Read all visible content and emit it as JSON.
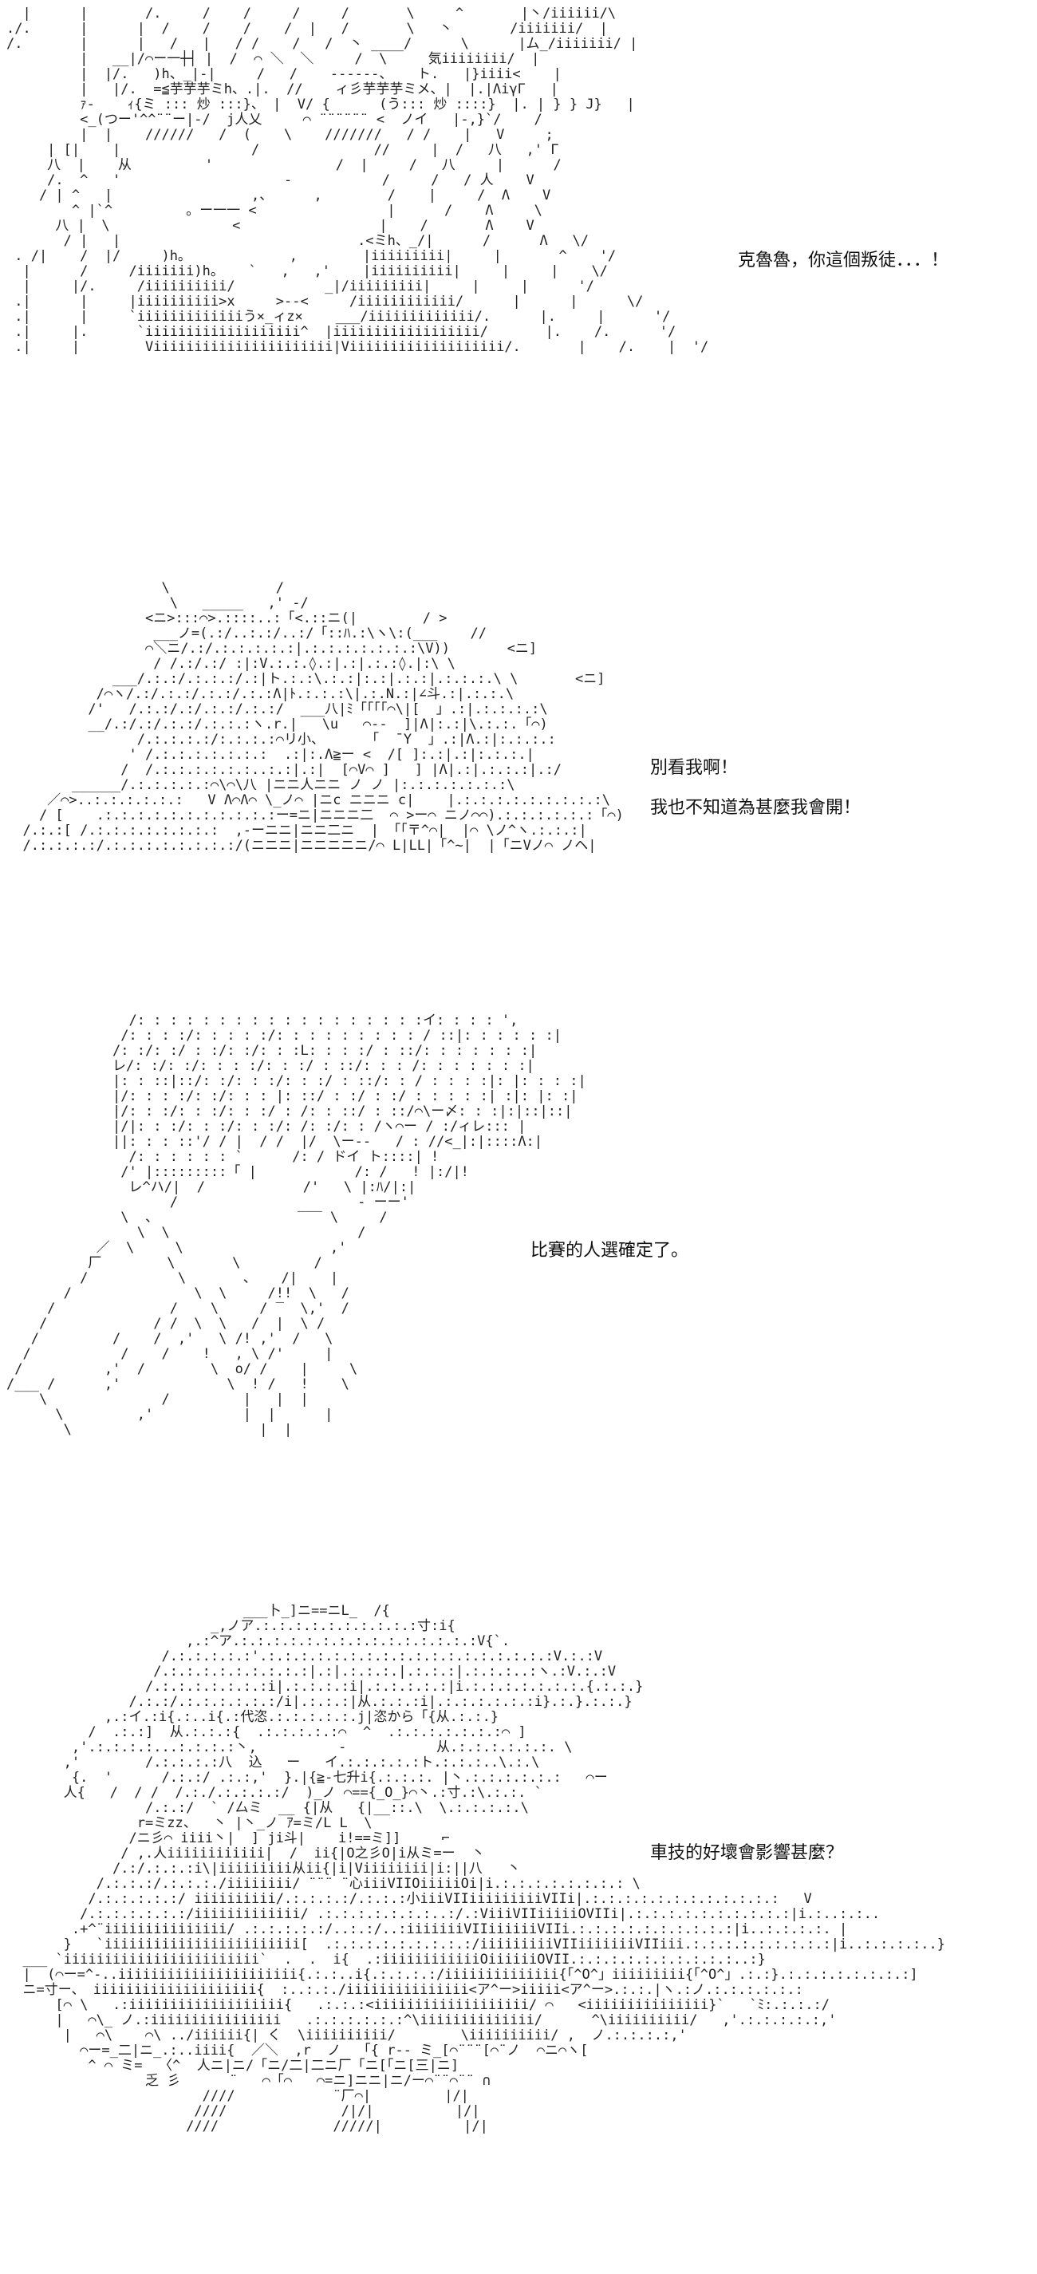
{
  "panels": [
    {
      "caption_lines": [
        "克魯魯，你這個叛徒．．．！"
      ],
      "art": "  |      |       /.     /    /     /     /       \\     ^       |丶/iiiiii/\\\n./.      |      |  /    /    /    /  |   /       \\   丶       /iiiiiii/  |\n/.       |      |   /   |   / /    /   /  丶 ____/      \\      |ム_/iiiiiii/ |\n         |   __|/⌒ー一┼┤ |  /  ⌒ ＼  ＼     /  \\     気iiiiiiii/  |\n         |  |/.   )h、_|-|     /   /    ------、   ト.   |}iiii<    |\n         |   |/.  =≦芋芋芋ミh、.|.  //    ィ彡芋芋芋ミメ、|  |.|ΛiγΓ   |\n         ｧ-    ｨ{ミ ::: 炒 :::}、 |  V/ {      (う::: 炒 ::::}  |. | } } J}   |\n         <_(つー'^^¨¨ー|-/  j人乂     ⌒ ¨¨¨¨¨¨ <  ノイ   |-,}`/    /\n         |  |    //////   /  (    \\    ///////   / /    |   V     ;\n     | [|    |                /              //     |  /   八   ,' Γ\n     八  |    从         '               /  |     /   八     |      / \n     /.  ^   '                    -           /     /   / 人    V\n    / | ^   |                 ,、     ,        /    |     /  Λ    V\n        ^ |`^         。ー一一 <                |      /    Λ     \\\n      八 |  \\               <                 |    /       Λ    V\n       / |   |                             .<ミh、_/|      /      Λ   \\/\n . /|    /  |/     )h。            ,        |iiiiiiiii|     |       ^    '/\n  |      /     /iiiiiii)h。   `   ,   ,'    |iiiiiiiiii|     |     |    \\/\n  |     |/.     /iiiiiiiiii/           _|/iiiiiiiii|     |     |      '/\n .|      |     |iiiiiiiiii>x     >--<     /iiiiiiiiiiii/      |      |      \\/\n .|      |     `iiiiiiiiiiiiiう×_ィz×    ___/iiiiiiiiiiiii/.      |.     |      '/\n .|     |.      `iiiiiiiiiiiiiiiiiii^  |iiiiiiiiiiiiiiiiii/       |.    /.      '/\n .|     |        Viiiiiiiiiiiiiiiiiiiiii|Viiiiiiiiiiiiiiiiiii/.       |    /.    |  '/"
    },
    {
      "caption_lines": [
        "別看我啊！",
        "我也不知道為甚麼我會開！"
      ],
      "art": "                   \\             /\n                    \\   _____   ,' -/\n                 <ニ>:::⌒>.::::..:「<.::ニ(|        / >\n                  ___ノ=(.:/..:.:/..:/「::ﾊ.:\\ヽ\\:(___    //\n                 ⌒＼ニ/.:/.:.:.:.:.:|.:.:.:.:.:.:.:\\V))       <ニ]\n                  / /.:/.:/ :|:V.:.:.◊.:|.:|.:.:◊.|:\\ \\\n             ___/.:.:/.:.:.:/.:|ト.:.:\\.:.:|:.:|.:.:|.:.:.:.\\ \\       <ニ]\n           /⌒ヽ/.:/.:.:/.:.:/.:.:Λ|ﾄ.:.:.:\\|.:.N.:|∠斗.:|.:.:.\\\n          /'   /.:.:/.:/.:.:/.:.:/  ___八|ﾐ「「「「⌒\\|[  」.:|.:.:.:.:\\\n          __/.:/.:/.:.:/.:.:.:ヽ.r.|   \\u   ⌒--  ]|Λ|:.:|\\.:.:.「⌒)\n                /.:.:.:.:/:.:.:.:⌒リ小、     「  ̄ Y  」.:|Λ.:|:.:.:.:\n               ' /.:.:.:.:.:.:.:  .:|:.Λ≧ー <  /[ ]:.:|.:|:.:.:.|\n              /  /.:.:.:.:.:.:..:.:|.:|  [⌒V⌒ ]   ] |Λ|.:|.:.:.:|.:/\n        ______/.:.:.:.:.:⌒\\⌒\\八 |ニニ人ニニ ノ ノ |:.:.:.:.:.:.:\\\n     ／⌒>..:.:.:.:.:.:   V Λ⌒Λ⌒ \\_ノ⌒ |ニc ニニニ c|    |.:.:.:.:.:.:.:.:.:\\\n    / [    .:.:.:.:.:.:.:.:.:.:.:ー=ニ|ニニニ二  ⌒ >ー⌒ ニノ⌒⌒).:.:.:.:.:.:「⌒)\n  /.:.:[ /.:.:.:.:.:.:.:.:  ,-ーニニ|ニニ二ニ  | 「「〒^⌒|  |⌒ \\ノ^ヽ.:.:.:|\n  /.:.:.:.:/.:.:.:.:.:.:.:.:/(ニニニ|ニニニニニ/⌒ L|LL|「^~|  |「ニVノ⌒ ノヘ|"
    },
    {
      "caption_lines": [
        "比賽的人選確定了。"
      ],
      "art": "               /: : : : : : : : : : : : : : : : : :イ: : : : ',\n              /: : : :/: : : : :/: : : : : : : : : / ::|: : : : : :|\n             /: :/: :/ : :/: :/: : :L: : : :/ : ::/: : : : : : :|\n             レ/: :/: :/: : : :/: : :/ : ::/: : : /: : : : : : :|\n             |: : ::|::/: :/: : :/: : :/ : ::/: : / : : : :|: |: : : :|\n             |/: : : :/: :/: : : |: ::/ : :/ : :/ : : : : :| :|: |: :|\n             |/: : :/: : :/: : :/ : /: : ::/ : ::/⌒\\ー〆: : :|:|::|::|\n             |/|: : :/: : :/: : :/: /: :/: : /ヽ⌒ー / :/ィレ::: |\n             ||: : : ::'/ / |  / /  |/  \\ー‐‐   / : //<_|:|::::Λ:|\n               /: : : : : : `      /: / ドイ ト::::| !\n              /' |:::::::::「 |            /: /   ! |:/|!\n               レ^ハ/|  /            /'   \\ |:ﾊ/|:|\n                    /                      ‐ ーー'\n              \\  、                 ‾‾‾ \\     /\n                \\  \\                       /\n           ／  \\     \\                  ,'\n          厂        \\       \\         /\n         /           \\       、   /|    |\n       /               \\  \\     /!!  \\   /\n     /              /    \\     / ‾  \\,'  /\n    /             / /  \\  \\   /  |  \\ /\n   /         /    /  ,'   \\ /! ,'  /   \\\n  /           /    /    !   , \\ /'     |\n /          ,'  /        \\  o/ /    |     \\\n/___ /      ,'             \\  ! /   !    \\\n    \\              /         |   |  |\n      \\         ,'           |  |      |\n       \\                       |  |"
    },
    {
      "caption_lines": [
        "車技的好壞會影響甚麼？"
      ],
      "art": "                             ___卜_]ニ==ニL_  /{\n                         _,ノア.:.:.:.:.:.:.:.:.:.:寸:i{\n                      ,.:^ア.:.:.:.:.:.:.:.:.:.:.:.:.:.:.:V{`.\n                   /.:.:.:.:.:'.:.:.:.:.:.:.:.:.:.:.:.:.:.:.:.:.:.:V.:.:V\n                  /.:.:.:.:.:.:.:.:.:|.:|.:.:.:.|.:.:.:|.:.:.:..:ヽ.:V.:.:V\n                 /.:.:.:.:.:.:.:i|.:.:.:.:i|.:.:.:.:.:|i.:.:.:.:.:.:.:.{.:.:.}\n               /.:.:/.:.:.:.:.:.:/i|.:.:.:|从.:.:.:i|.:.:.:.:.:.:i}.:.}.:.:.}\n            ,.:イ.:i{.:..i{.:代恣.:.:.:.:.:.j|恣から「{从.:.:.}\n          /  .:.:]  从.:.:.:{  .:.:.:.:.:⌒  ^  .:.:.:.:.:.:.:⌒ ]\n        ,'.:.:.:.:...:.:.:.:丶,          -           从.:.:.:.:.:.:. \\\n       ,'        /.:.:.:.:八  込   ー   イ.:.:.:.:.:ト.:.:.:..\\.:.\\\n        {.  '      /.:.:/ .:.:,'  }.|{≧-七升i{.:.:.:. |丶.:.:.:.:.:.:   ⌒ー\n       人{   /  / /  /.:./.:.:.:.:/  )_ノ ⌒=={_O_}⌒丶.:寸.:\\.:.:. `\n                 /.:.:/  ` /厶ミ  __ {|从   {|__::.\\  \\.:.:.:.:.\\\n                r=ミzz、  丶 |丶_ノ ｱ=ミ/L L  \\\n               /ニ彡⌒ iiii丶|  ] ji斗|    i!==ミ]]     ⌐\n              / ,.人iiiiiiiiiiii|  /  ii{|O之彡O|i从ミ=ー  丶\n             /.:/.:.:.:i\\|iiiiiiiii从ii{|i|Viiiiiiii|i:||八   丶\n           /.:.:.:/.:.:.:./iiiiiiii/ ¨¨¨ ¨心iiiVIIOiiiiiOi|i.:.:.:.:.:.:.:.: \\\n          /.:.:.:.:.:/ iiiiiiiiii/.:.:.:.:/.:.:.:小iiiVIIiiiiiiiiiVIIi|.:.:.:.:.:.:.:.:.:.:.:.:   V\n         /.:.:.:.:.:.:/iiiiiiiiiiiii/ .:.:.:.:.:.:.:..:/.:ViiiVIIiiiiiOVIIi|.:.:.:.:.:.:.:.:.:.:|i.:..:.:..\n        .+^¨iiiiiiiiiiiiiii/ .:.:.:.:.:/..:.:/..:iiiiiiiVIIiiiiiiVIIi.:.:.:.:.:.:.:.:.:.:|i..:.:.:.:. |\n       }   `iiiiiiiiiiiiiiiiiiiiiiii[  .:.:.:.:.:.:.:.:.:/iiiiiiiiiVIIiiiiiiiVIIiii.:.:.:.:.:.:.:.:.:|i..:.:.:.:..}\n  ___ `iiiiiiiiiiiiiiiiiiiiiiii`  .  .  i{  .:iiiiiiiiiiiiOiiiiiiOVII.:.:.:.:.:.:.:.:.:.:..:}\n  |  (⌒ー=^-..iiiiiiiiiiiiiiiiiiiiii{.:.:..i{.:.:.:.:/iiiiiiiiiiiiii{「^O^」iiiiiiiii{「^O^」.:.:}.:.:.:.:.:.:.:.:]\n  ニ=寸ー、 iiiiiiiiiiiiiiiiiiii{  :..:.:./iiiiiiiiiiiiiii<ア^ー>iiiii<ア^ー>.:.:.|ヽ.:ノ.:.:.:.:.:.:\n      [⌒ \\   .:iiiiiiiiiiiiiiiiiii{   .:.:.:<iiiiiiiiiiiiiiiiiii/ ⌒   <iiiiiiiiiiiiiii}`   `ﾐ:.:.:.:/\n      |   ⌒\\_ ノ.:iiiiiiiiiiiiiiii   .:.:.:.:.:.:^\\iiiiiiiiiiiiii/      ^\\iiiiiiiiii/   ,'.:.:.:.:.:,'\n       |   ⌒\\    ⌒\\ ../iiiiii{| く  \\iiiiiiiiii/        \\iiiiiiiiii/ ,  ノ.:.:.:.:,'\n         ⌒ー=_二|ニ_.:..iiii{  ／＼  ,r  ノ  「{ r-- ミ_[⌒¨¨¨[⌒¨ノ  ⌒ニ⌒ヽ[\n          ^ ⌒ ミ=  〈^  人ニ|ニ/「ニ/二|二ニ厂「ニ[「ニ[三|ニ]\n                 乏 彡      ¨   ⌒「⌒   ⌒=ニ]ニニ|ニ/ー⌒¨¨⌒¨¨ ∩\n                        ////            ¨厂⌒|         |/|\n                       ////              /|/|          |/|\n                      ////              /////|          |/|"
    }
  ]
}
